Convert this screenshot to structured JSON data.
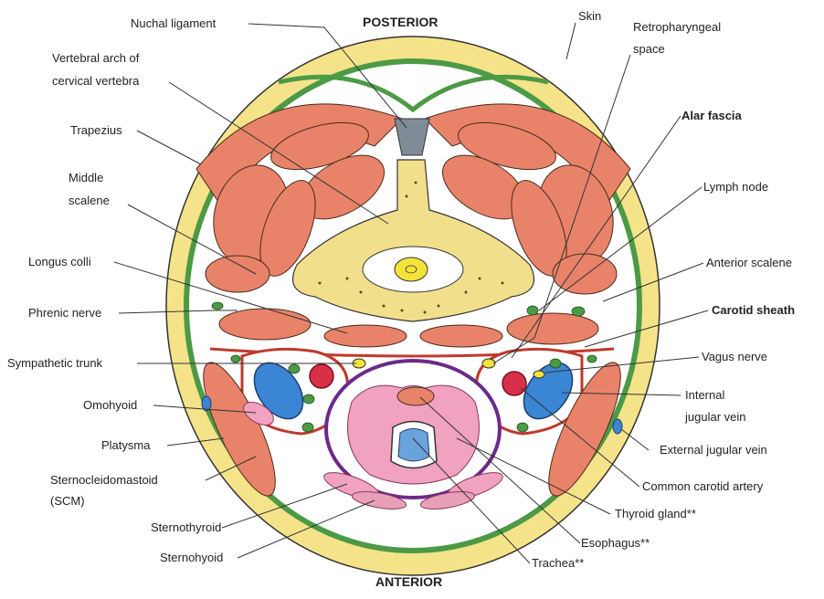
{
  "orientation": {
    "posterior": "POSTERIOR",
    "anterior": "ANTERIOR"
  },
  "labels_left": {
    "nuchal_ligament": "Nuchal ligament",
    "vertebral_arch_1": "Vertebral arch of",
    "vertebral_arch_2": "cervical vertebra",
    "trapezius": "Trapezius",
    "middle_scalene_1": "Middle",
    "middle_scalene_2": "scalene",
    "longus_colli": "Longus colli",
    "phrenic_nerve": "Phrenic nerve",
    "sympathetic_trunk": "Sympathetic trunk",
    "omohyoid": "Omohyoid",
    "platysma": "Platysma",
    "scm_1": "Sternocleidomastoid",
    "scm_2": "(SCM)",
    "sternothyroid": "Sternothyroid",
    "sternohyoid": "Sternohyoid"
  },
  "labels_right": {
    "skin": "Skin",
    "retropharyngeal_1": "Retropharyngeal",
    "retropharyngeal_2": "space",
    "alar_fascia": "Alar fascia",
    "lymph_node": "Lymph node",
    "anterior_scalene": "Anterior scalene",
    "carotid_sheath": "Carotid sheath",
    "vagus_nerve": "Vagus nerve",
    "internal_jugular_1": "Internal",
    "internal_jugular_2": "jugular vein",
    "external_jugular": "External jugular vein",
    "common_carotid": "Common carotid artery",
    "thyroid_gland": "Thyroid gland**",
    "esophagus": "Esophagus**",
    "trachea": "Trachea**"
  },
  "colors": {
    "skin_fat": "#f5e38a",
    "fascia_green": "#4c9a45",
    "muscle": "#e8836a",
    "bone": "#f2df8c",
    "spinal_cord": "#f3e23a",
    "vein": "#3a86d4",
    "artery": "#d9304a",
    "thyroid": "#f0a2c0",
    "trachea": "#6aa3dc",
    "carotid_sheath": "#c0392b",
    "visceral_fascia": "#6a2a8a"
  }
}
